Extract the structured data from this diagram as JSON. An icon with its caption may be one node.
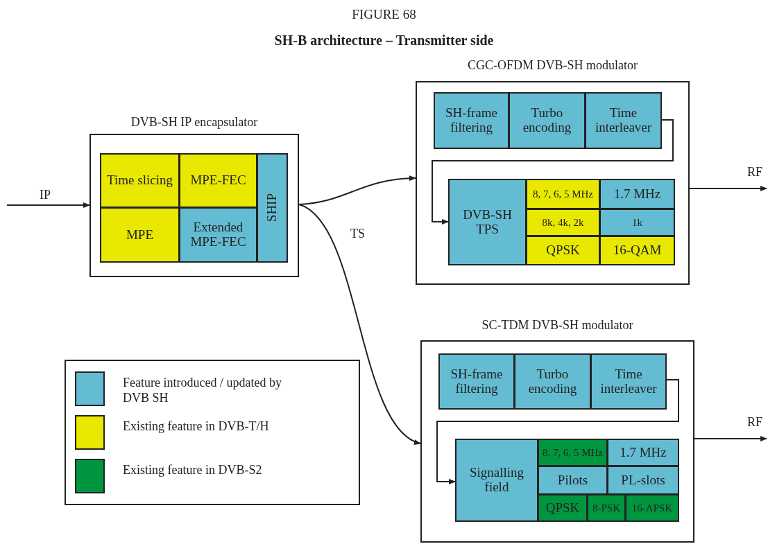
{
  "diagram": {
    "title": "SH-B architecture – Transmitter side",
    "nodes": [
      {
        "text": [
          "DVB-SH IP encapsulator"
        ]
      },
      {
        "text": [
          "Time slicing"
        ],
        "in": 0
      },
      {
        "text": [
          "MPE-FEC"
        ],
        "in": 0
      },
      {
        "text": [
          "MPE"
        ],
        "in": 0
      },
      {
        "text": [
          "Extended MPE-FEC"
        ],
        "in": 0
      },
      {
        "text": [
          "SHIP"
        ],
        "in": 0
      },
      {
        "text": [
          "CGC-OFDM DVB-SH modulator"
        ]
      },
      {
        "text": [
          "SH-frame filtering"
        ],
        "in": 6
      },
      {
        "text": [
          "Turbo encoding"
        ],
        "in": 6
      },
      {
        "text": [
          "Time interleaver"
        ],
        "in": 6
      },
      {
        "text": [
          "DVB-SH TPS"
        ],
        "in": 6
      },
      {
        "text": [
          "8, 7, 6, 5 MHz"
        ],
        "in": 6
      },
      {
        "text": [
          "1.7 MHz"
        ],
        "in": 6
      },
      {
        "text": [
          "8k, 4k, 2k"
        ],
        "in": 6
      },
      {
        "text": [
          "1k"
        ],
        "in": 6
      },
      {
        "text": [
          "QPSK"
        ],
        "in": 6
      },
      {
        "text": [
          "16-QAM"
        ],
        "in": 6
      },
      {
        "text": [
          "SC-TDM DVB-SH modulator"
        ]
      },
      {
        "text": [
          "SH-frame filtering"
        ],
        "in": 17
      },
      {
        "text": [
          "Turbo encoding"
        ],
        "in": 17
      },
      {
        "text": [
          "Time interleaver"
        ],
        "in": 17
      },
      {
        "text": [
          "Signalling field"
        ],
        "in": 17
      },
      {
        "text": [
          "8, 7, 6, 5 MHz"
        ],
        "in": 17
      },
      {
        "text": [
          "1.7 MHz"
        ],
        "in": 17
      },
      {
        "text": [
          "Pilots"
        ],
        "in": 17
      },
      {
        "text": [
          "PL-slots"
        ],
        "in": 17
      },
      {
        "text": [
          "QPSK"
        ],
        "in": 17
      },
      {
        "text": [
          "8-PSK"
        ],
        "in": 17
      },
      {
        "text": [
          "16-APSK"
        ],
        "in": 17
      }
    ],
    "edges": [
      {
        "from": null,
        "to": 0,
        "arrow": "to",
        "label": "IP"
      },
      {
        "from": 0,
        "to": 6,
        "arrow": "to"
      },
      {
        "from": 0,
        "to": 17,
        "arrow": "to",
        "label": "TS"
      },
      {
        "from": 9,
        "to": 10,
        "arrow": "to"
      },
      {
        "from": 20,
        "to": 21,
        "arrow": "to"
      },
      {
        "from": 6,
        "to": null,
        "arrow": "to",
        "label": "RF"
      },
      {
        "from": 17,
        "to": null,
        "arrow": "to",
        "label": "RF"
      }
    ],
    "labels": [
      "FIGURE 68"
    ],
    "legend": [
      {
        "text": "Feature introduced / updated by DVB SH",
        "color": "#64bcd2"
      },
      {
        "text": "Existing feature in DVB-T/H",
        "color": "#e8e800"
      },
      {
        "text": "Existing feature in DVB-S2",
        "color": "#00963f"
      }
    ]
  }
}
